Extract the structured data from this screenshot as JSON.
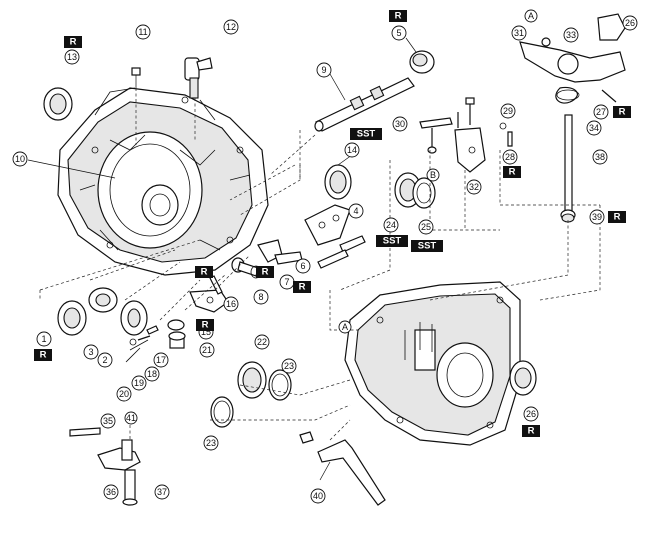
{
  "callouts": [
    {
      "id": "c1",
      "text": "1"
    },
    {
      "id": "c2",
      "text": "2"
    },
    {
      "id": "c3",
      "text": "3"
    },
    {
      "id": "c4",
      "text": "4"
    },
    {
      "id": "c5",
      "text": "5"
    },
    {
      "id": "c6",
      "text": "6"
    },
    {
      "id": "c7",
      "text": "7"
    },
    {
      "id": "c8",
      "text": "8"
    },
    {
      "id": "c9",
      "text": "9"
    },
    {
      "id": "c10",
      "text": "10"
    },
    {
      "id": "c11",
      "text": "11"
    },
    {
      "id": "c12",
      "text": "12"
    },
    {
      "id": "c13",
      "text": "13"
    },
    {
      "id": "c14",
      "text": "14"
    },
    {
      "id": "c15",
      "text": "15"
    },
    {
      "id": "c16",
      "text": "16"
    },
    {
      "id": "c17",
      "text": "17"
    },
    {
      "id": "c18",
      "text": "18"
    },
    {
      "id": "c19",
      "text": "19"
    },
    {
      "id": "c20",
      "text": "20"
    },
    {
      "id": "c21",
      "text": "21"
    },
    {
      "id": "c22",
      "text": "22"
    },
    {
      "id": "c23a",
      "text": "23"
    },
    {
      "id": "c23b",
      "text": "23"
    },
    {
      "id": "c24",
      "text": "24"
    },
    {
      "id": "c25",
      "text": "25"
    },
    {
      "id": "c26",
      "text": "26"
    },
    {
      "id": "c27",
      "text": "27"
    },
    {
      "id": "c28",
      "text": "28"
    },
    {
      "id": "c29",
      "text": "29"
    },
    {
      "id": "c30",
      "text": "30"
    },
    {
      "id": "c31",
      "text": "31"
    },
    {
      "id": "c32",
      "text": "32"
    },
    {
      "id": "c33",
      "text": "33"
    },
    {
      "id": "c34",
      "text": "34"
    },
    {
      "id": "c35",
      "text": "35"
    },
    {
      "id": "c36",
      "text": "36"
    },
    {
      "id": "c37",
      "text": "37"
    },
    {
      "id": "c38",
      "text": "38"
    },
    {
      "id": "c39",
      "text": "39"
    },
    {
      "id": "c40",
      "text": "40"
    },
    {
      "id": "c41",
      "text": "41"
    },
    {
      "id": "cA1",
      "text": "A"
    },
    {
      "id": "cA2",
      "text": "A"
    },
    {
      "id": "cB1",
      "text": "B"
    },
    {
      "id": "cB2",
      "text": "B"
    }
  ],
  "tags": [
    {
      "id": "t-top",
      "text": "R"
    },
    {
      "id": "t-13",
      "text": "R"
    },
    {
      "id": "t-1",
      "text": "R"
    },
    {
      "id": "t-16",
      "text": "R"
    },
    {
      "id": "t-8",
      "text": "R"
    },
    {
      "id": "t-6",
      "text": "R"
    },
    {
      "id": "t-21",
      "text": "R"
    },
    {
      "id": "t-sst14",
      "text": "SST"
    },
    {
      "id": "t-sst24",
      "text": "SST"
    },
    {
      "id": "t-sst25",
      "text": "SST"
    },
    {
      "id": "t-29",
      "text": "R"
    },
    {
      "id": "t-28",
      "text": "R"
    },
    {
      "id": "t-40",
      "text": "R"
    },
    {
      "id": "t-26",
      "text": "R"
    }
  ]
}
